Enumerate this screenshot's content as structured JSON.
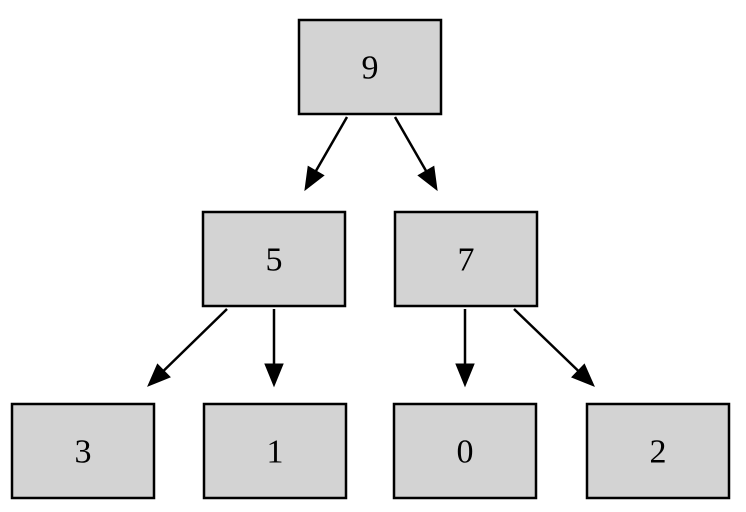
{
  "diagram": {
    "type": "binary-tree",
    "colors": {
      "node_fill": "#d3d3d3",
      "node_stroke": "#000000",
      "edge": "#000000",
      "background": "#ffffff"
    },
    "nodes": [
      {
        "id": "n9",
        "label": "9"
      },
      {
        "id": "n5",
        "label": "5"
      },
      {
        "id": "n7",
        "label": "7"
      },
      {
        "id": "n3",
        "label": "3"
      },
      {
        "id": "n1",
        "label": "1"
      },
      {
        "id": "n0",
        "label": "0"
      },
      {
        "id": "n2",
        "label": "2"
      }
    ],
    "edges": [
      {
        "from": "n9",
        "to": "n5"
      },
      {
        "from": "n9",
        "to": "n7"
      },
      {
        "from": "n5",
        "to": "n3"
      },
      {
        "from": "n5",
        "to": "n1"
      },
      {
        "from": "n7",
        "to": "n0"
      },
      {
        "from": "n7",
        "to": "n2"
      }
    ]
  }
}
